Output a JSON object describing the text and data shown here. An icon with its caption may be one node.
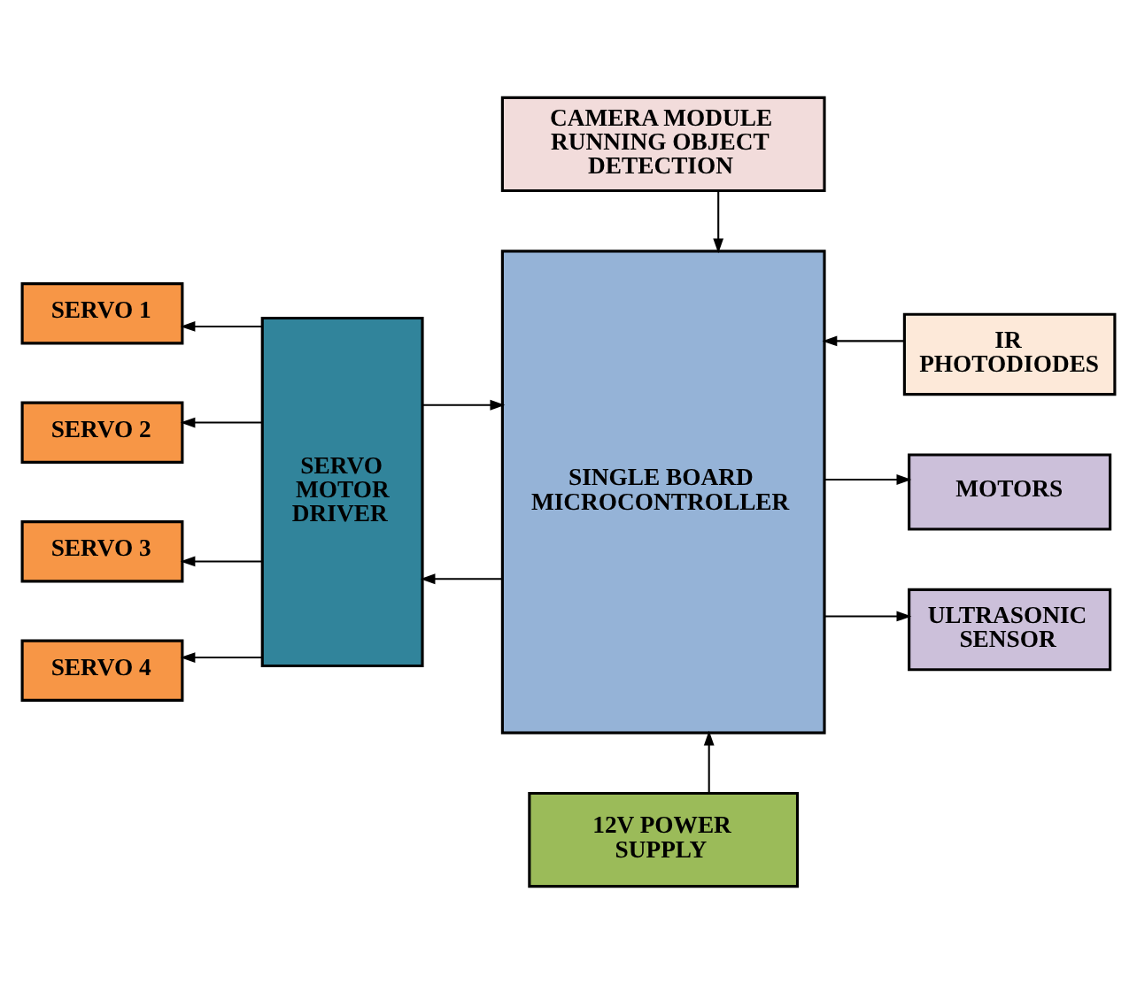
{
  "diagram": {
    "nodes": [
      {
        "text": [
          "CAMERA MODULE RUNNING OBJECT DETECTION"
        ]
      },
      {
        "text": [
          "SERVO 1"
        ]
      },
      {
        "text": [
          "SINGLE BOARD MICROCONTROLLER"
        ]
      },
      {
        "text": [
          "IR PHOTODIODES"
        ]
      },
      {
        "text": [
          "SERVO 2"
        ]
      },
      {
        "text": [
          "SERVO MOTOR DRIVER"
        ]
      },
      {
        "text": [
          "MOTORS"
        ]
      },
      {
        "text": [
          "SERVO 3"
        ]
      },
      {
        "text": [
          "ULTRASONIC SENSOR"
        ]
      },
      {
        "text": [
          "SERVO 4"
        ]
      },
      {
        "text": [
          "12V POWER SUPPLY"
        ]
      }
    ],
    "edges": [
      {
        "from": 0,
        "to": 2,
        "arrow": "to"
      },
      {
        "from": 3,
        "to": 2,
        "arrow": "to"
      },
      {
        "from": 5,
        "to": 2,
        "arrow": "to"
      },
      {
        "from": 2,
        "to": 5,
        "arrow": "to"
      },
      {
        "from": 2,
        "to": 6,
        "arrow": "to"
      },
      {
        "from": 2,
        "to": 8,
        "arrow": "to"
      },
      {
        "from": 10,
        "to": 2,
        "arrow": "to"
      },
      {
        "from": 5,
        "to": 1,
        "arrow": "to"
      },
      {
        "from": 5,
        "to": 4,
        "arrow": "to"
      },
      {
        "from": 5,
        "to": 7,
        "arrow": "to"
      },
      {
        "from": 5,
        "to": 9,
        "arrow": "to"
      }
    ]
  }
}
